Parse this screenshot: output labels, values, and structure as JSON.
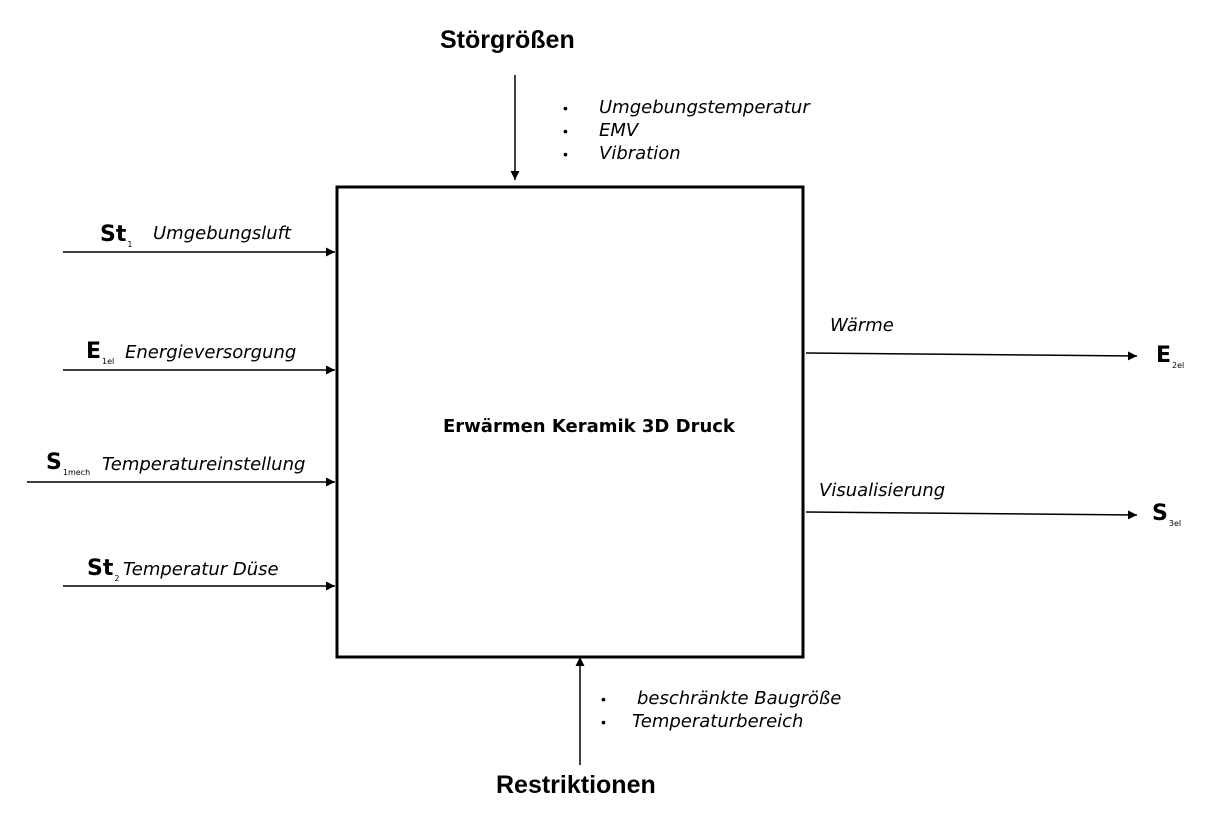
{
  "disturbances": {
    "title": "Störgrößen",
    "items": [
      "Umgebungstemperatur",
      "EMV",
      "Vibration"
    ]
  },
  "restrictions": {
    "title": "Restriktionen",
    "items": [
      "beschränkte Baugröße",
      "Temperaturbereich"
    ]
  },
  "process": {
    "label": "Erwärmen Keramik 3D Druck"
  },
  "inputs": [
    {
      "symbol": "St",
      "subscript": "1",
      "label": "Umgebungsluft"
    },
    {
      "symbol": "E",
      "subscript": "1el",
      "label": "Energieversorgung"
    },
    {
      "symbol": "S",
      "subscript": "1mech",
      "label": "Temperatureinstellung"
    },
    {
      "symbol": "St",
      "subscript": "2",
      "label": "Temperatur Düse"
    }
  ],
  "outputs": [
    {
      "label": "Wärme",
      "symbol": "E",
      "subscript": "2el"
    },
    {
      "label": "Visualisierung",
      "symbol": "S",
      "subscript": "3el"
    }
  ],
  "bullet_glyph": "•"
}
